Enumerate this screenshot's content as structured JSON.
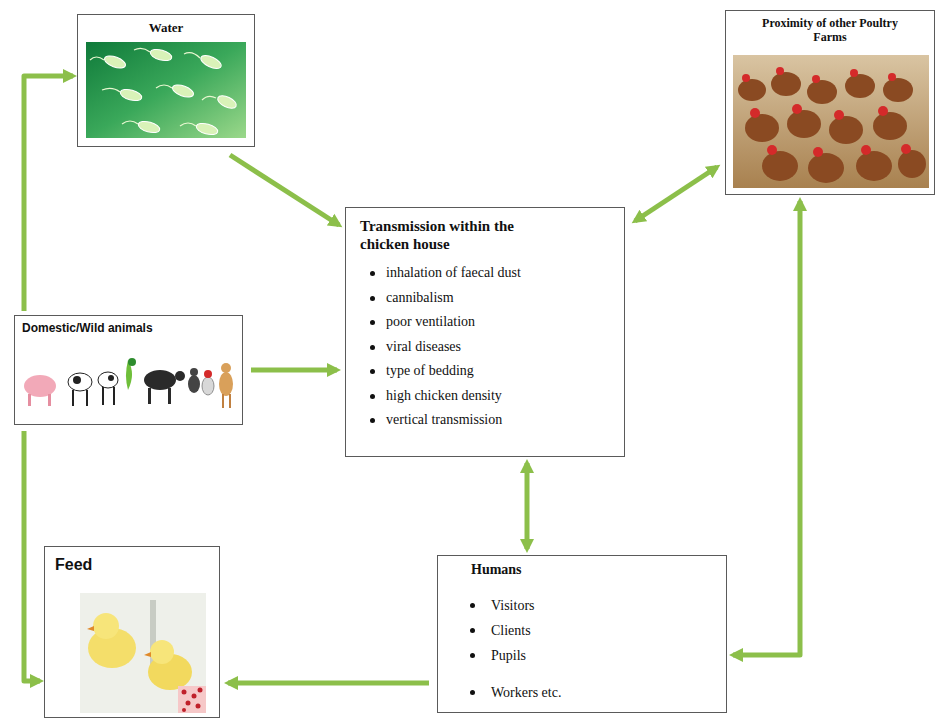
{
  "diagram": {
    "nodes": [
      {
        "text": [
          "Water"
        ]
      },
      {
        "text": [
          "Proximity of other Poultry Farms"
        ]
      },
      {
        "text": [
          "Transmission within the chicken house",
          "inhalation of faecal dust",
          "cannibalism",
          "poor ventilation",
          "viral diseases",
          "type of bedding",
          "high chicken density",
          "vertical transmission"
        ]
      },
      {
        "text": [
          "Domestic/Wild animals"
        ]
      },
      {
        "text": [
          "Feed"
        ]
      },
      {
        "text": [
          "Humans",
          "Visitors",
          "Clients",
          "Pupils",
          "Workers etc."
        ]
      }
    ],
    "edges": [
      {
        "from": 3,
        "to": 0,
        "arrow": "to"
      },
      {
        "from": 0,
        "to": 2,
        "arrow": "to"
      },
      {
        "from": 3,
        "to": 2,
        "arrow": "to"
      },
      {
        "from": 3,
        "to": 4,
        "arrow": "to"
      },
      {
        "from": 2,
        "to": 1,
        "arrow": "both"
      },
      {
        "from": 2,
        "to": 5,
        "arrow": "both"
      },
      {
        "from": 1,
        "to": 5,
        "arrow": "both"
      },
      {
        "from": 5,
        "to": 4,
        "arrow": "to"
      }
    ]
  }
}
